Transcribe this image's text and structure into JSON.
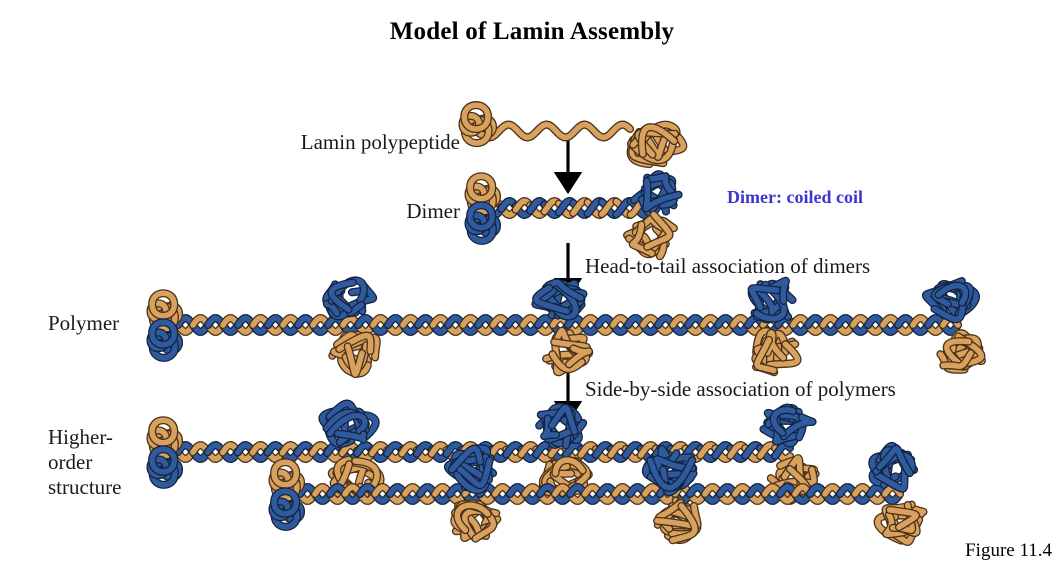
{
  "title": "Model of Lamin Assembly",
  "figure_caption": "Figure 11.4",
  "colors": {
    "tan": "#d8a15e",
    "tan_dark": "#4a3118",
    "blue": "#2f5b9e",
    "blue_dark": "#14233f",
    "annotation": "#3a34d2",
    "text": "#1a1a1a",
    "background": "#ffffff"
  },
  "stage_labels": {
    "polypeptide": "Lamin polypeptide",
    "dimer": "Dimer",
    "polymer": "Polymer",
    "higher_order_line1": "Higher-",
    "higher_order_line2": "order",
    "higher_order_line3": "structure"
  },
  "annotations": {
    "dimer_coiled_coil": "Dimer: coiled coil"
  },
  "arrow_captions": {
    "head_to_tail": "Head-to-tail association of dimers",
    "side_by_side": "Side-by-side association of polymers"
  },
  "diagram": {
    "type": "process-flow",
    "steps": [
      {
        "name": "Lamin polypeptide",
        "description": "single wavy tan polypeptide chain with small globular head at left and large globular tail at right"
      },
      {
        "name": "Dimer",
        "description": "two polypeptides (one tan, one blue) wound together as a coiled coil rope"
      },
      {
        "name": "Polymer",
        "description": "dimers joined head-to-tail into a long filament with globular domain clusters at junctions"
      },
      {
        "name": "Higher-order structure",
        "description": "two polymer filaments associated side by side, offset from one another"
      }
    ],
    "transitions": [
      "Head-to-tail association of dimers",
      "Side-by-side association of polymers"
    ]
  }
}
